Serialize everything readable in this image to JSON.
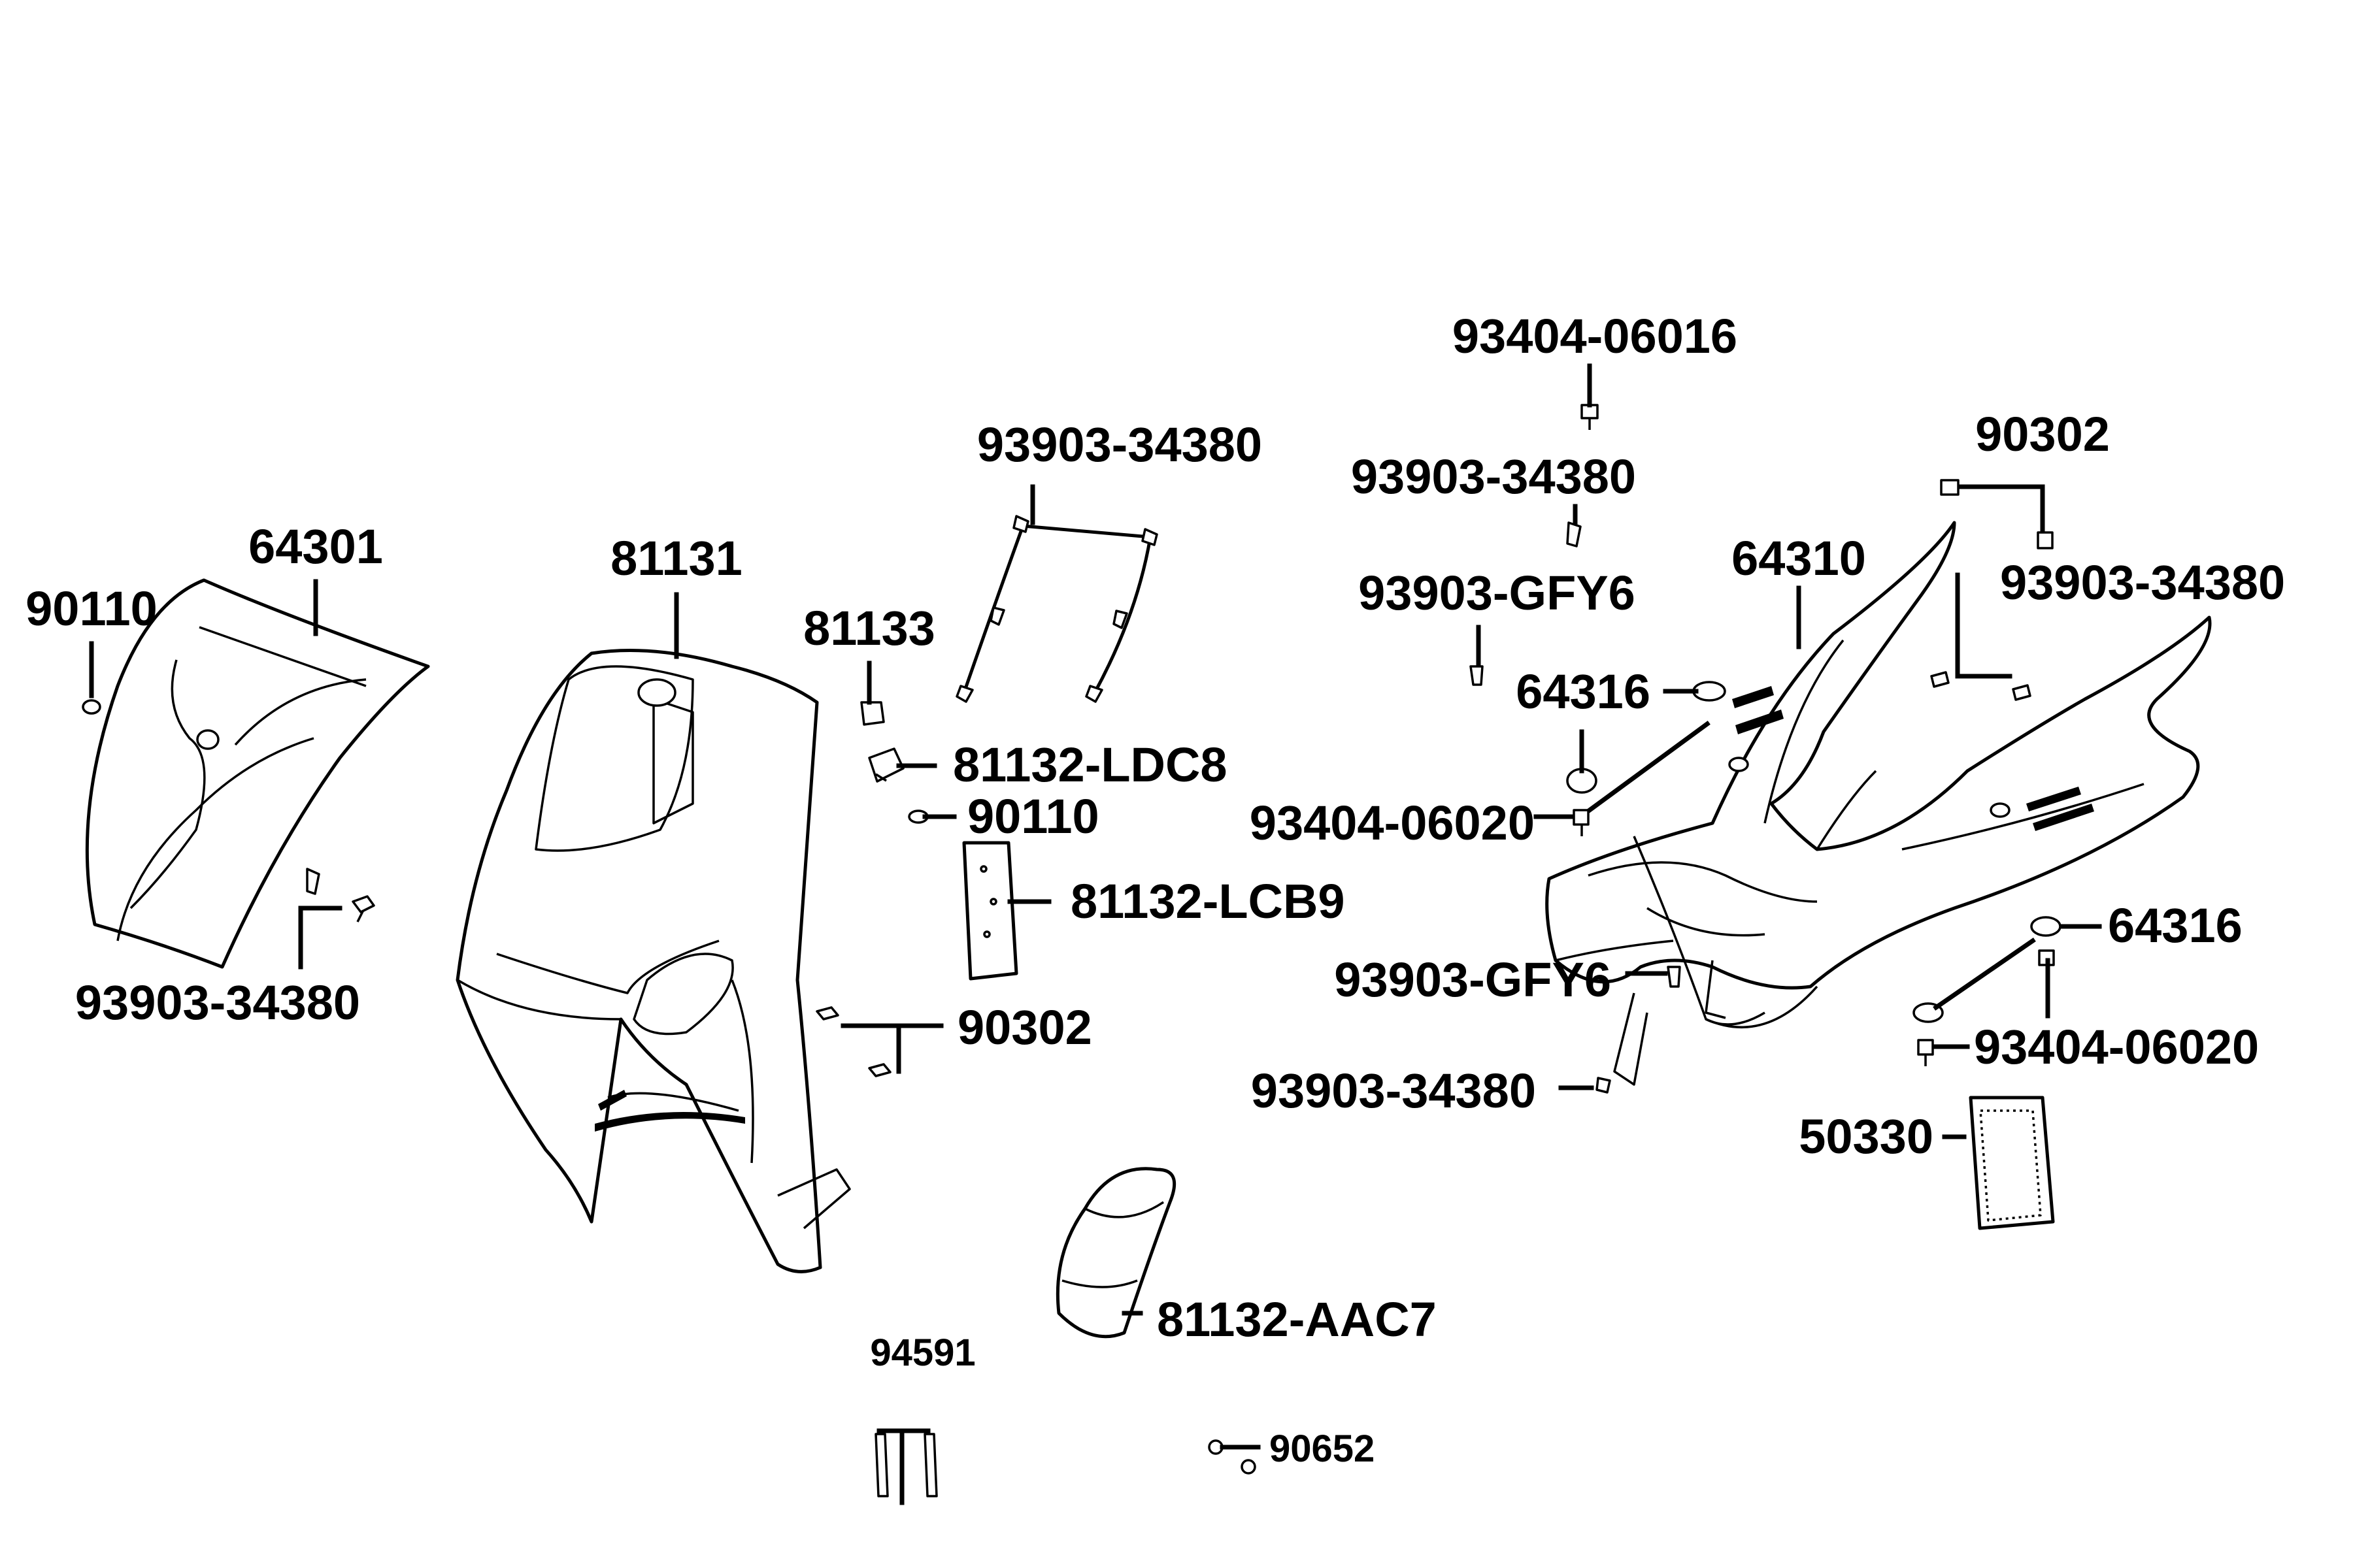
{
  "diagram": {
    "labels": {
      "l_64301": "64301",
      "l_90110_a": "90110",
      "l_93903_34380_a": "93903-34380",
      "l_81131": "81131",
      "l_93903_34380_b": "93903-34380",
      "l_81133": "81133",
      "l_81132_ldc8": "81132-LDC8",
      "l_90110_b": "90110",
      "l_81132_lcb9": "81132-LCB9",
      "l_90302_a": "90302",
      "l_81132_aac7": "81132-AAC7",
      "l_94591": "94591",
      "l_90652": "90652",
      "l_93404_06016": "93404-06016",
      "l_93903_34380_c": "93903-34380",
      "l_93903_gfy6_a": "93903-GFY6",
      "l_64310": "64310",
      "l_90302_b": "90302",
      "l_93903_34380_d": "93903-34380",
      "l_64316_a": "64316",
      "l_93404_06020_a": "93404-06020",
      "l_93903_gfy6_b": "93903-GFY6",
      "l_64316_b": "64316",
      "l_93404_06020_b": "93404-06020",
      "l_93903_34380_e": "93903-34380",
      "l_50330": "50330"
    }
  }
}
